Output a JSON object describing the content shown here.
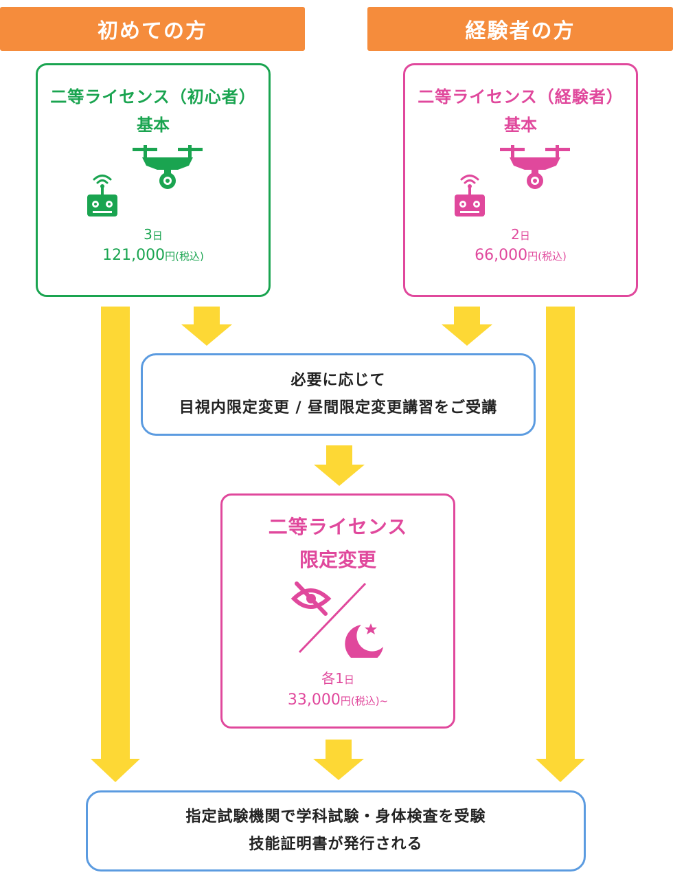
{
  "headers": {
    "beginner": "初めての方",
    "experienced": "経験者の方"
  },
  "cards": {
    "beginner": {
      "title": "二等ライセンス（初心者）",
      "subtitle": "基本",
      "duration_num": "3",
      "duration_unit": "日",
      "price_num": "121,000",
      "price_unit": "円(税込)"
    },
    "experienced": {
      "title": "二等ライセンス（経験者）",
      "subtitle": "基本",
      "duration_num": "2",
      "duration_unit": "日",
      "price_num": "66,000",
      "price_unit": "円(税込)"
    },
    "limitation": {
      "title": "二等ライセンス",
      "subtitle": "限定変更",
      "duration_prefix": "各1",
      "duration_unit": "日",
      "price_num": "33,000",
      "price_unit": "円(税込)~"
    }
  },
  "info": {
    "middle_line1": "必要に応じて",
    "middle_line2": "目視内限定変更 / 昼間限定変更講習をご受講",
    "bottom_line1": "指定試験機関で学科試験・身体検査を受験",
    "bottom_line2": "技能証明書が発行される"
  },
  "colors": {
    "header_orange": "#f58c3c",
    "beginner_green": "#1aa450",
    "experienced_pink": "#e0489c",
    "arrow_yellow": "#fdd835",
    "info_border_blue": "#5b9be0"
  },
  "icons": {
    "drone": "drone-icon",
    "controller": "remote-controller-icon",
    "eye_off": "eye-off-icon",
    "moon_star": "moon-star-icon"
  }
}
